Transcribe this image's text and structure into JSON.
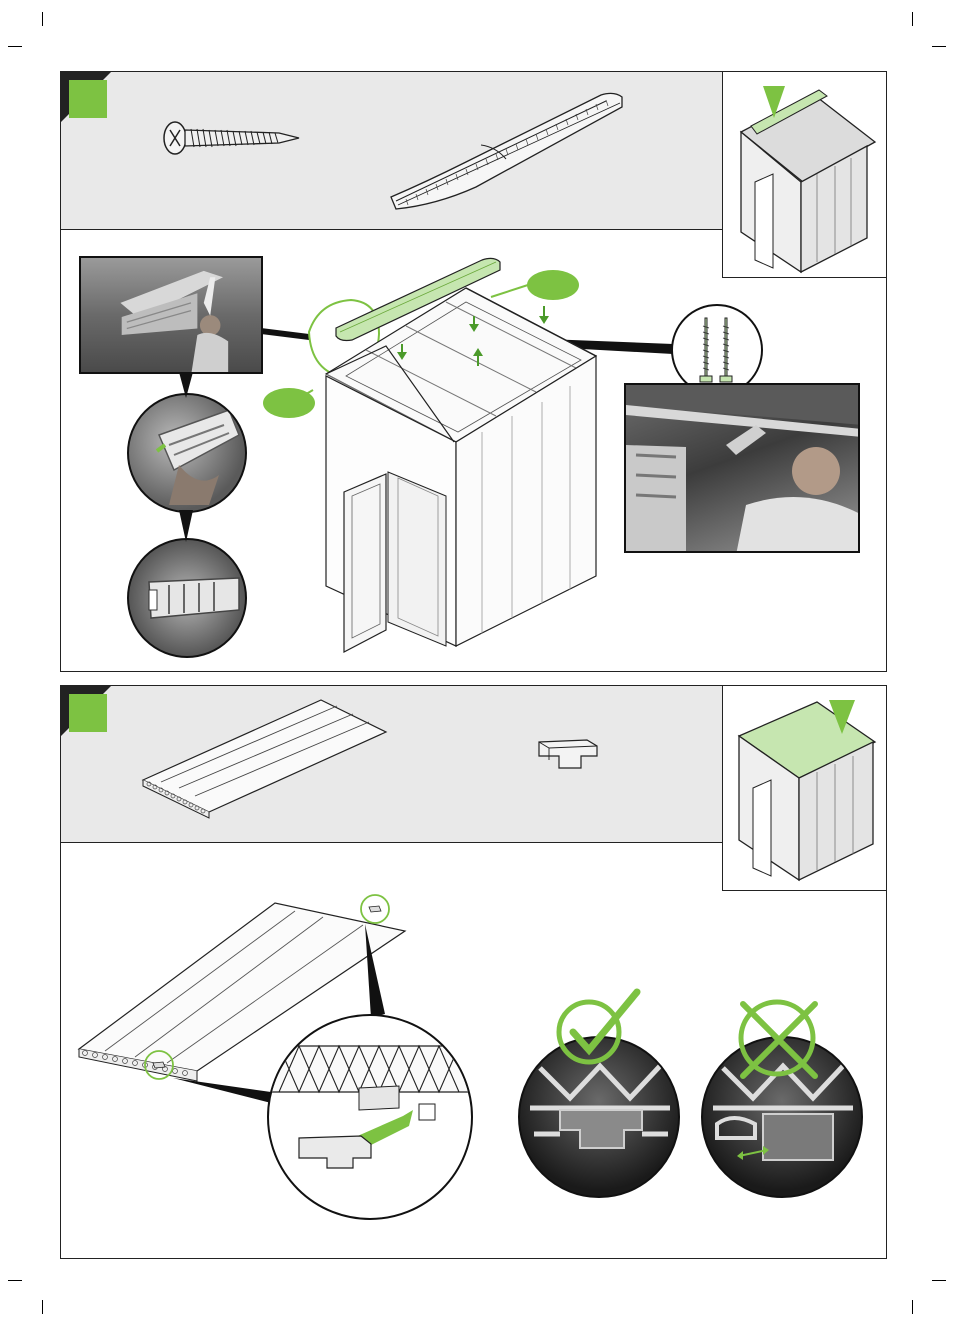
{
  "page": {
    "colors": {
      "accent_green": "#7dc242",
      "light_green": "#c6e6b0",
      "parts_band_gray": "#e9e9e9",
      "border": "#222222",
      "photo_dark": "#3a3a3a"
    }
  },
  "steps": [
    {
      "badge": "",
      "parts": [
        "screw-icon",
        "roof-ridge-cap-icon"
      ],
      "callouts": [
        "ridge-cap-placement",
        "long-screws"
      ],
      "locator": "shed-locator-ridge-icon"
    },
    {
      "badge": "",
      "parts": [
        "roof-panel-icon",
        "panel-connector-clip-icon"
      ],
      "callouts": [
        "clip-insertion",
        "correct-fit",
        "incorrect-fit"
      ],
      "locator": "shed-locator-roof-icon"
    }
  ],
  "checks": {
    "correct": "check-icon",
    "incorrect": "cross-icon"
  }
}
